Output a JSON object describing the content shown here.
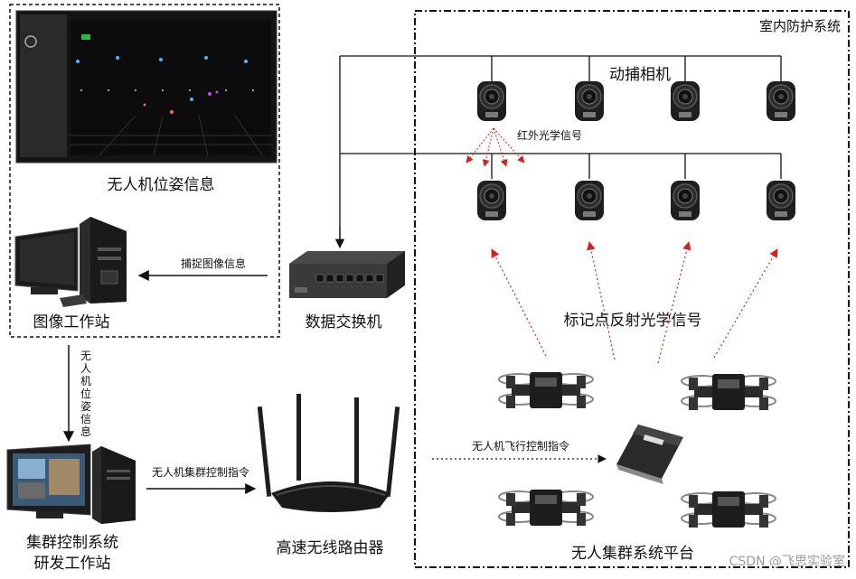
{
  "labels": {
    "indoor_system": "室内防护系统",
    "mocap_camera": "动捕相机",
    "infrared_signal": "红外光学信号",
    "drone_pose_info": "无人机位姿信息",
    "image_workstation": "图像工作站",
    "capture_image_info": "捕捉图像信息",
    "data_switch": "数据交换机",
    "marker_reflect_signal": "标记点反射光学信号",
    "drone_pose_vertical": [
      "无",
      "人",
      "机",
      "位",
      "姿",
      "信",
      "息"
    ],
    "swarm_control_cmd": "无人机集群控制指令",
    "flight_control_cmd": "无人机飞行控制指令",
    "swarm_workstation_line1": "集群控制系统",
    "swarm_workstation_line2": "研发工作站",
    "wireless_router": "高速无线路由器",
    "swarm_platform": "无人集群系统平台",
    "watermark": "CSDN @飞思实验室"
  },
  "colors": {
    "line": "#111111",
    "signal_red": "#d42020",
    "device_dark": "#1f1f1f"
  }
}
